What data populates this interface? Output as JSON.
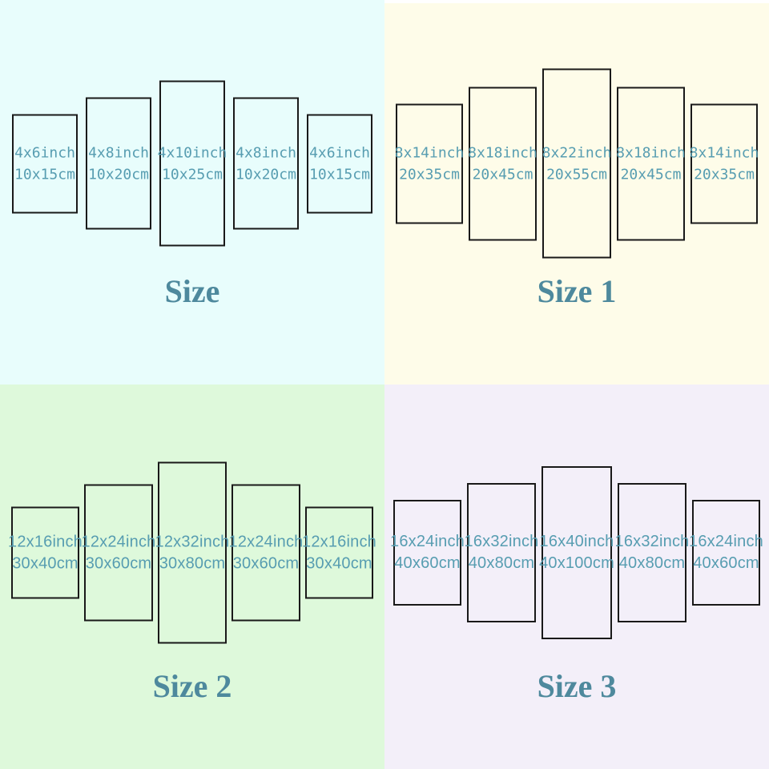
{
  "colors": {
    "quadrant_1_background": "#e8fdfc",
    "quadrant_2_background": "#fefce9",
    "quadrant_3_background": "#def9db",
    "quadrant_4_background": "#f3eff9",
    "panel_border": "#191919",
    "panel_text": "#579db1",
    "title_text": "#4e899d"
  },
  "quadrants": [
    {
      "title": "Size",
      "panels": [
        {
          "line1": "4x6inch",
          "line2": "10x15cm"
        },
        {
          "line1": "4x8inch",
          "line2": "10x20cm"
        },
        {
          "line1": "4x10inch",
          "line2": "10x25cm"
        },
        {
          "line1": "4x8inch",
          "line2": "10x20cm"
        },
        {
          "line1": "4x6inch",
          "line2": "10x15cm"
        }
      ]
    },
    {
      "title": "Size 1",
      "panels": [
        {
          "line1": "8x14inch",
          "line2": "20x35cm"
        },
        {
          "line1": "8x18inch",
          "line2": "20x45cm"
        },
        {
          "line1": "8x22inch",
          "line2": "20x55cm"
        },
        {
          "line1": "8x18inch",
          "line2": "20x45cm"
        },
        {
          "line1": "8x14inch",
          "line2": "20x35cm"
        }
      ]
    },
    {
      "title": "Size 2",
      "panels": [
        {
          "line1": "12x16inch",
          "line2": "30x40cm"
        },
        {
          "line1": "12x24inch",
          "line2": "30x60cm"
        },
        {
          "line1": "12x32inch",
          "line2": "30x80cm"
        },
        {
          "line1": "12x24inch",
          "line2": "30x60cm"
        },
        {
          "line1": "12x16inch",
          "line2": "30x40cm"
        }
      ]
    },
    {
      "title": "Size 3",
      "panels": [
        {
          "line1": "16x24inch",
          "line2": "40x60cm"
        },
        {
          "line1": "16x32inch",
          "line2": "40x80cm"
        },
        {
          "line1": "16x40inch",
          "line2": "40x100cm"
        },
        {
          "line1": "16x32inch",
          "line2": "40x80cm"
        },
        {
          "line1": "16x24inch",
          "line2": "40x60cm"
        }
      ]
    }
  ]
}
